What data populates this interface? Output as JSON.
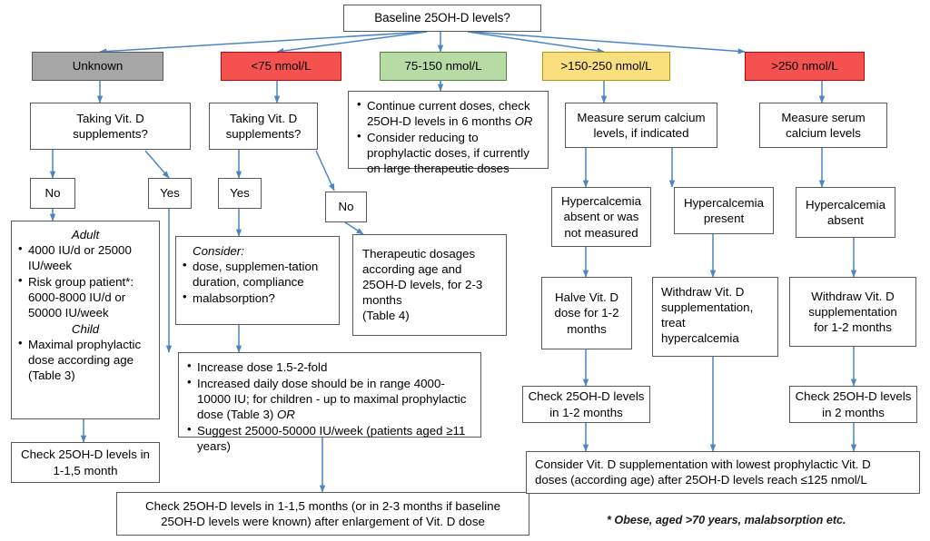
{
  "diagram": {
    "title": "Vitamin D supplementation algorithm by baseline 25OH-D level",
    "accent_arrow_color": "#4a86c5",
    "colors": {
      "gray": "#a6a6a6",
      "red": "#f4514f",
      "green": "#b6dba4",
      "yellow": "#fadf7f",
      "white": "#ffffff",
      "border": "#7f7f7f"
    }
  },
  "root": {
    "label": "Baseline 25OH-D levels?"
  },
  "levels": [
    {
      "id": "unknown",
      "label": "Unknown",
      "color": "gray"
    },
    {
      "id": "lt75",
      "label": "<75 nmol/L",
      "color": "red"
    },
    {
      "id": "mid",
      "label": "75-150 nmol/L",
      "color": "green"
    },
    {
      "id": "gt150",
      "label": ">150-250 nmol/L",
      "color": "yellow"
    },
    {
      "id": "gt250",
      "label": ">250 nmol/L",
      "color": "red"
    }
  ],
  "branch_unknown": {
    "question": {
      "line1": "Taking Vit. D",
      "line2": "supplements?"
    },
    "answer_no": "No",
    "answer_yes": "Yes",
    "adult_child_box": {
      "adult_heading": "Adult",
      "adult_items": [
        "4000 IU/d or 25000 IU/week",
        "Risk group patient*: 6000-8000 IU/d or 50000 IU/week"
      ],
      "child_heading": "Child",
      "child_items": [
        "Maximal prophylactic dose according age (Table 3)"
      ]
    },
    "check_box": {
      "line1": "Check 25OH-D levels in",
      "line2": "1-1,5 month"
    }
  },
  "branch_lt75": {
    "question": {
      "line1": "Taking Vit. D",
      "line2": "supplements?"
    },
    "answer_yes": "Yes",
    "answer_no": "No",
    "consider_box": {
      "heading": "Consider:",
      "items": [
        "dose, supplemen-tation duration, compliance",
        "malabsorption?"
      ]
    },
    "therapeutic_box": {
      "line1": "Therapeutic dosages",
      "line2": "according age and",
      "line3": "25OH-D levels, for 2-3",
      "line4": "months",
      "line5": "(Table 4)"
    },
    "increase_box": {
      "items": [
        "Increase dose 1.5-2-fold",
        "Increased daily dose should be in range 4000-10000 IU; for children - up to maximal prophylactic dose (Table 3) OR",
        "Suggest 25000-50000 IU/week (patients aged ≥11 years)"
      ],
      "item2_or_italic": "OR"
    },
    "final_check": {
      "line1": "Check 25OH-D levels in 1-1,5 months (or in 2-3 months if baseline",
      "line2": "25OH-D levels were known) after enlargement of Vit. D dose"
    }
  },
  "branch_mid": {
    "box": {
      "items": [
        "Continue current doses, check 25OH-D levels in 6 months OR",
        "Consider reducing to prophylactic doses, if currently on large therapeutic doses"
      ]
    }
  },
  "branch_gt150": {
    "measure": {
      "line1": "Measure serum calcium",
      "line2": "levels, if indicated"
    },
    "hyper_absent": {
      "line1": "Hypercalcemia",
      "line2": "absent or was",
      "line3": "not measured"
    },
    "hyper_present": {
      "line1": "Hypercalcemia",
      "line2": "present"
    },
    "halve": {
      "line1": "Halve Vit. D",
      "line2": "dose for 1-2",
      "line3": "months"
    },
    "withdraw_treat": {
      "line1": "Withdraw Vit. D",
      "line2": "supplementation,",
      "line3": "treat",
      "line4": "hypercalcemia"
    },
    "check": {
      "line1": "Check 25OH-D levels",
      "line2": "in 1-2 months"
    }
  },
  "branch_gt250": {
    "measure": {
      "line1": "Measure serum",
      "line2": "calcium levels"
    },
    "hyper_absent": {
      "line1": "Hypercalcemia",
      "line2": "absent"
    },
    "withdraw": {
      "line1": "Withdraw Vit. D",
      "line2": "supplementation",
      "line3": "for 1-2 months"
    },
    "check": {
      "line1": "Check 25OH-D levels",
      "line2": "in 2 months"
    }
  },
  "bottom_right": {
    "line1": "Consider Vit. D supplementation with lowest prophylactic Vit. D",
    "line2": "doses (according age) after 25OH-D levels reach ≤125 nmol/L"
  },
  "footnote": "* Obese, aged >70 years, malabsorption etc."
}
